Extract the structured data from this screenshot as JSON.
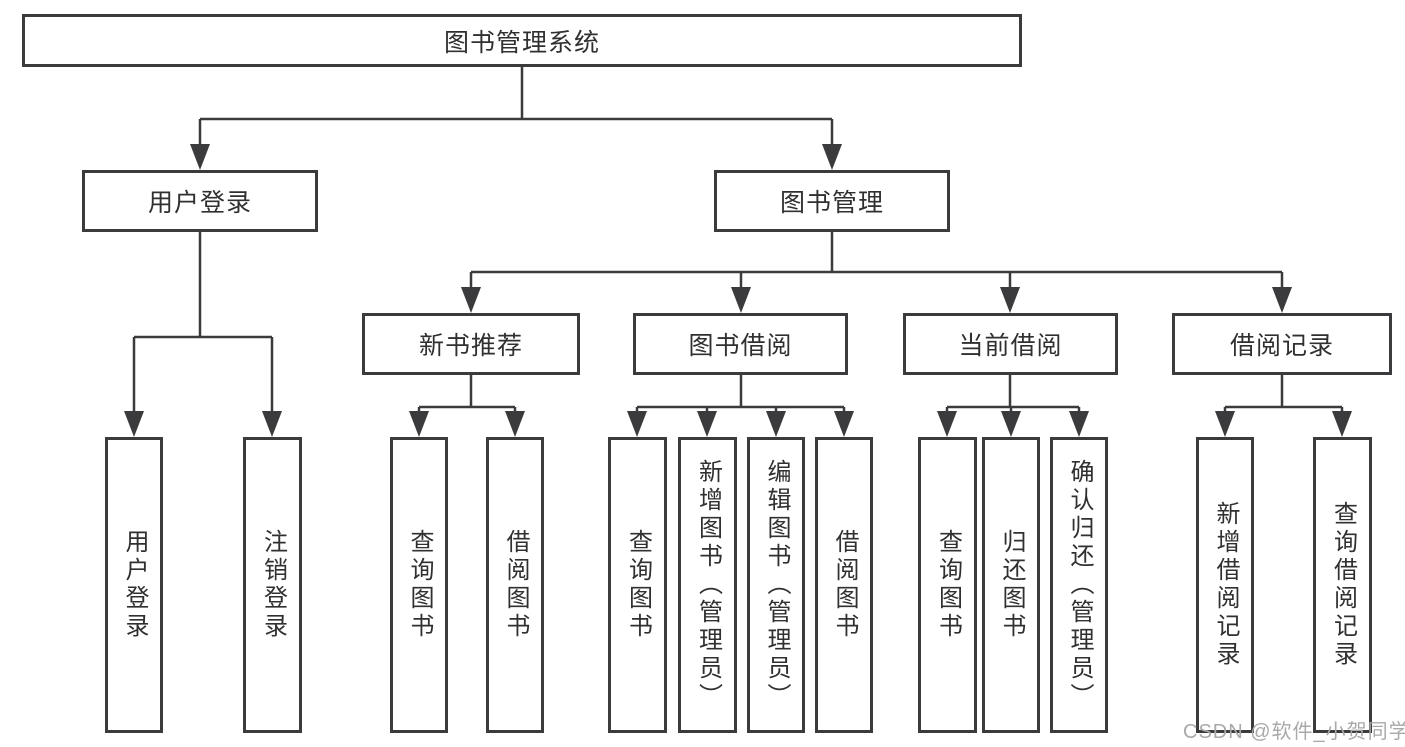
{
  "tree": {
    "root": {
      "label": "图书管理系统"
    },
    "children": [
      {
        "label": "用户登录",
        "children": [
          {
            "label": "用户登录"
          },
          {
            "label": "注销登录"
          }
        ]
      },
      {
        "label": "图书管理",
        "children": [
          {
            "label": "新书推荐",
            "children": [
              {
                "label": "查询图书"
              },
              {
                "label": "借阅图书"
              }
            ]
          },
          {
            "label": "图书借阅",
            "children": [
              {
                "label": "查询图书"
              },
              {
                "label": "新增图书（管理员）"
              },
              {
                "label": "编辑图书（管理员）"
              },
              {
                "label": "借阅图书"
              }
            ]
          },
          {
            "label": "当前借阅",
            "children": [
              {
                "label": "查询图书"
              },
              {
                "label": "归还图书"
              },
              {
                "label": "确认归还（管理员）"
              }
            ]
          },
          {
            "label": "借阅记录",
            "children": [
              {
                "label": "新增借阅记录"
              },
              {
                "label": "查询借阅记录"
              }
            ]
          }
        ]
      }
    ]
  },
  "watermark": {
    "text": "CSDN @软件_小贺同学"
  },
  "colors": {
    "line": "#3b3b3d",
    "text": "#303032",
    "watermark": "#a9a9a9",
    "background": "#ffffff"
  }
}
